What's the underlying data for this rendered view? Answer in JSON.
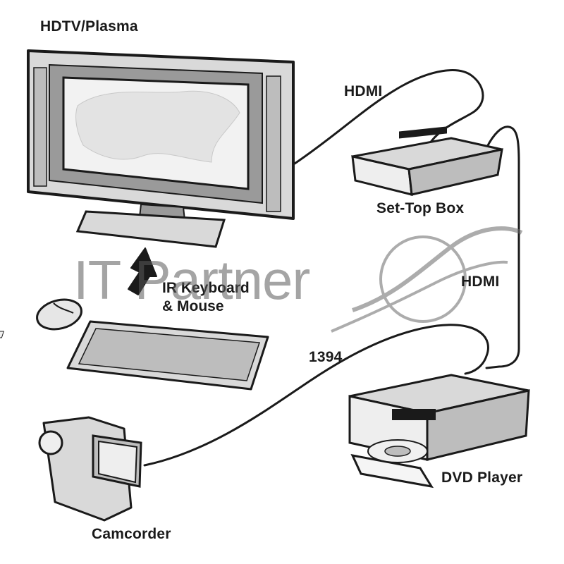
{
  "labels": {
    "tv": "HDTV/Plasma",
    "hdmi_top": "HDMI",
    "set_top_box": "Set-Top Box",
    "hdmi_right": "HDMI",
    "ir_line1": "IR Keyboard",
    "ir_line2": "& Mouse",
    "firewire": "1394",
    "dvd": "DVD Player",
    "camcorder": "Camcorder"
  },
  "watermark": {
    "text": "IT Partner"
  },
  "colors": {
    "line": "#1a1a1a",
    "device_fill": "#d9d9d9",
    "device_dark": "#9a9a9a",
    "screen_fill": "#f2f2f2"
  }
}
